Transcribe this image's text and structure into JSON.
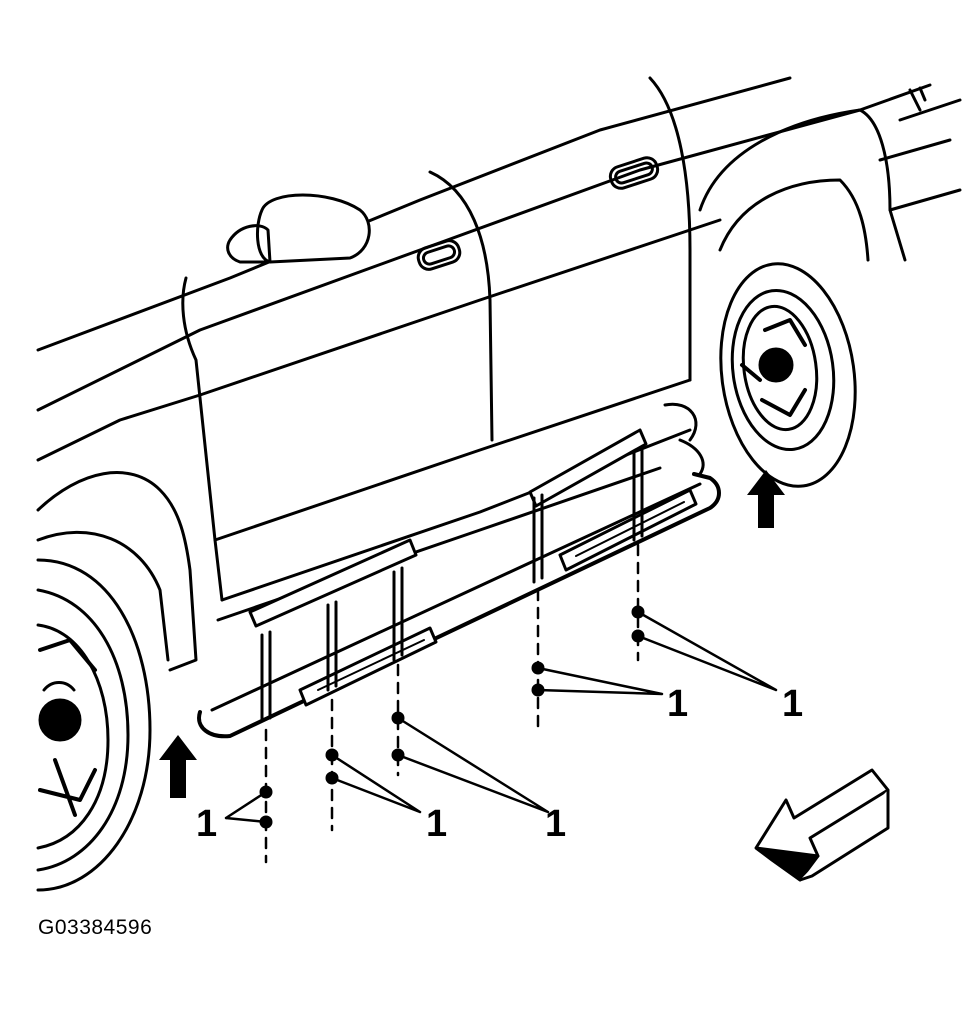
{
  "figure": {
    "id": "G03384596",
    "callouts": [
      {
        "key": "c1",
        "label": "1"
      },
      {
        "key": "c2",
        "label": "1"
      },
      {
        "key": "c3",
        "label": "1"
      },
      {
        "key": "c4",
        "label": "1"
      },
      {
        "key": "c5",
        "label": "1"
      }
    ]
  },
  "colors": {
    "ink": "#000000",
    "paper": "#ffffff"
  },
  "icons": [
    "arrow-up-icon",
    "arrow-up-icon",
    "front-direction-arrow-icon"
  ]
}
